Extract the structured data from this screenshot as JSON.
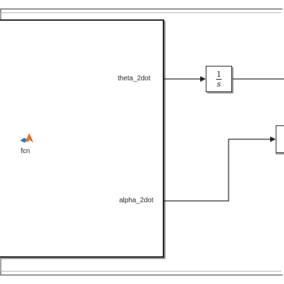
{
  "fcn_block": {
    "name": "fcn",
    "icon": "matlab-function-icon",
    "output_ports": [
      "theta_2dot",
      "alpha_2dot"
    ]
  },
  "integrator_block": {
    "numerator": "1",
    "denominator": "s"
  },
  "colors": {
    "line": "#1a1a1a",
    "frame": "#8c8c8c",
    "matlab_icon_orange": "#e8782a",
    "matlab_icon_blue": "#2b6fb6"
  }
}
